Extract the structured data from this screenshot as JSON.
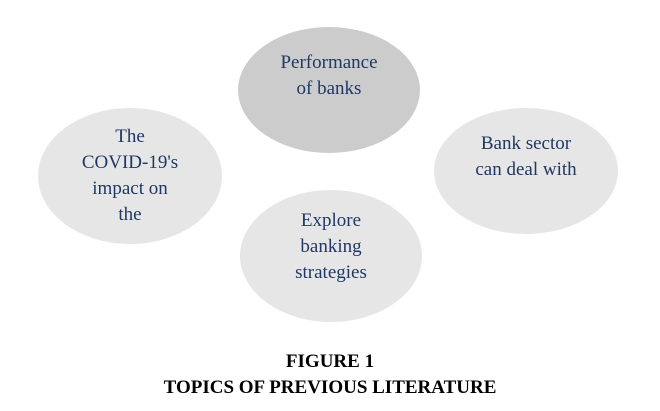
{
  "diagram": {
    "bubbles": [
      {
        "id": "performance",
        "text": "Performance of banks"
      },
      {
        "id": "covid",
        "text": "The COVID-19's impact on the"
      },
      {
        "id": "bank-sector",
        "text": "Bank sector can deal with"
      },
      {
        "id": "explore",
        "text": "Explore banking strategies"
      }
    ]
  },
  "caption": {
    "figure_label": "FIGURE 1",
    "title": "TOPICS OF PREVIOUS LITERATURE"
  }
}
